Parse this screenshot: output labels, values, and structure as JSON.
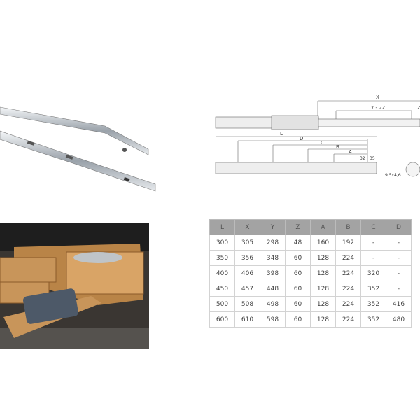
{
  "diagram": {
    "labels": {
      "x": "X",
      "y2z": "Y - 2Z",
      "z": "Z",
      "l": "L",
      "d": "D",
      "c": "C",
      "b": "B",
      "a": "A",
      "d32": "32",
      "d35": "35",
      "hole": "9,5x4,6"
    }
  },
  "table": {
    "headers": [
      "L",
      "X",
      "Y",
      "Z",
      "A",
      "B",
      "C",
      "D"
    ],
    "rows": [
      [
        "300",
        "305",
        "298",
        "48",
        "160",
        "192",
        "-",
        "-"
      ],
      [
        "350",
        "356",
        "348",
        "60",
        "128",
        "224",
        "-",
        "-"
      ],
      [
        "400",
        "406",
        "398",
        "60",
        "128",
        "224",
        "320",
        "-"
      ],
      [
        "450",
        "457",
        "448",
        "60",
        "128",
        "224",
        "352",
        "-"
      ],
      [
        "500",
        "508",
        "498",
        "60",
        "128",
        "224",
        "352",
        "416"
      ],
      [
        "600",
        "610",
        "598",
        "60",
        "128",
        "224",
        "352",
        "480"
      ]
    ]
  },
  "colors": {
    "header": "#a3a3a3",
    "wood": "#c8955a",
    "metal": "#d9dde0"
  }
}
